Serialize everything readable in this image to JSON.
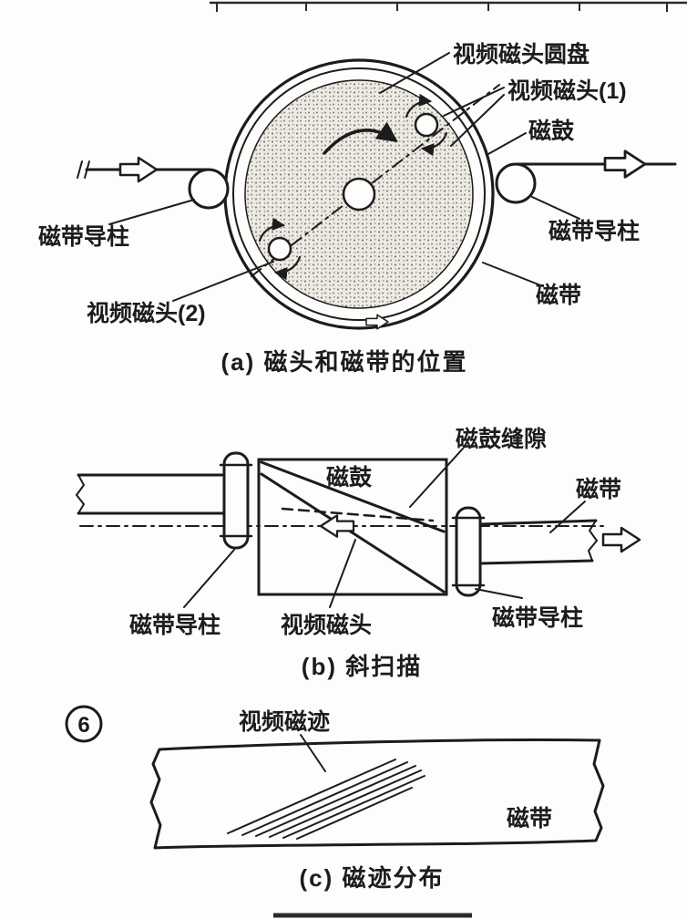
{
  "page": {
    "panel_a": {
      "caption": "(a) 磁头和磁带的位置",
      "labels": {
        "head_disc": "视频磁头圆盘",
        "video_head_1": "视频磁头(1)",
        "drum": "磁鼓",
        "tape_guide_left": "磁带导柱",
        "tape_guide_right": "磁带导柱",
        "video_head_2": "视频磁头(2)",
        "tape": "磁带"
      }
    },
    "panel_b": {
      "caption": "(b) 斜扫描",
      "labels": {
        "drum_gap": "磁鼓缝隙",
        "drum": "磁鼓",
        "tape": "磁带",
        "tape_guide_left": "磁带导柱",
        "video_head": "视频磁头",
        "tape_guide_right": "磁带导柱"
      }
    },
    "panel_c": {
      "caption": "(c) 磁迹分布",
      "figure_marker": "6",
      "labels": {
        "video_tracks": "视频磁迹",
        "tape": "磁带"
      }
    }
  }
}
